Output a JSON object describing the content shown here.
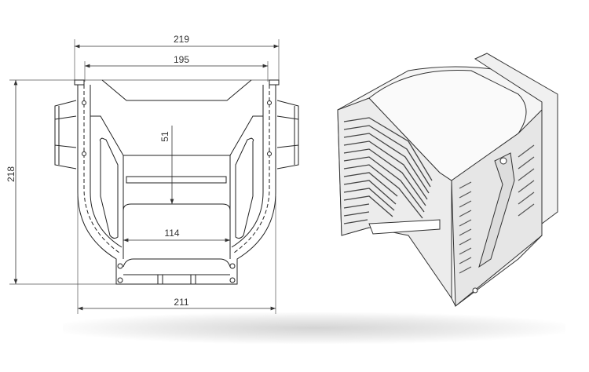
{
  "dimensions": {
    "overall_top_width": "219",
    "inner_top_width": "195",
    "height": "218",
    "slot_depth": "51",
    "center_width": "114",
    "bottom_width": "211"
  },
  "colors": {
    "line": "#222222",
    "dim_line": "#444444",
    "render_fill": "#f4f4f4",
    "render_edge": "#333333"
  }
}
